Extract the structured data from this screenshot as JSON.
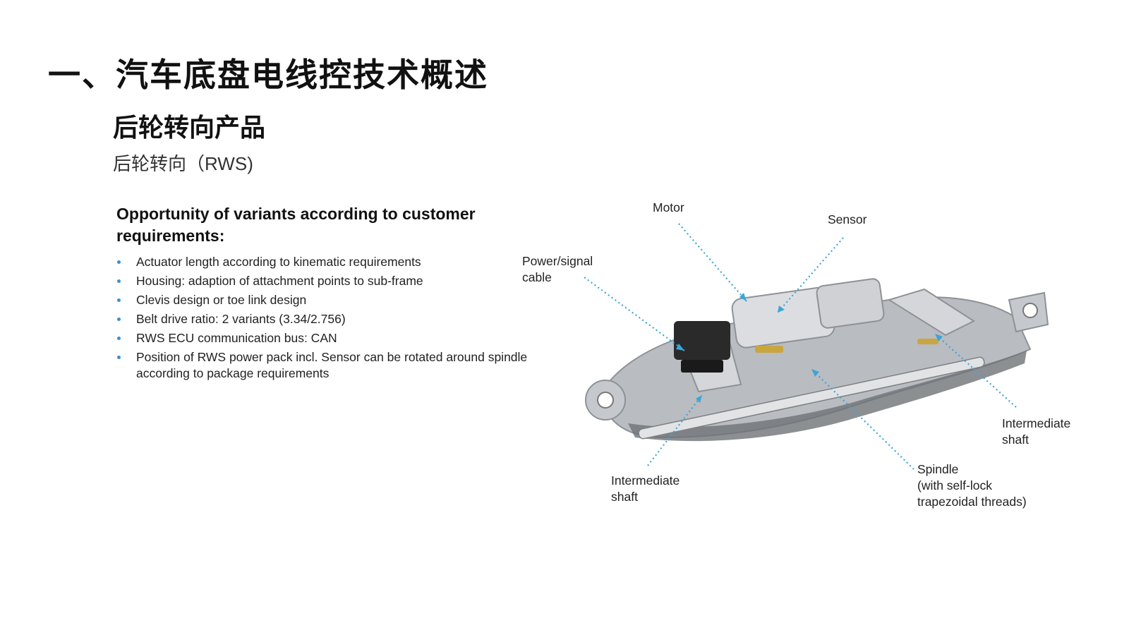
{
  "slide": {
    "title": "一、汽车底盘电线控技术概述",
    "subtitle": "后轮转向产品",
    "caption": "后轮转向（RWS)"
  },
  "content": {
    "heading": "Opportunity of variants according to customer requirements:",
    "bullets": [
      "Actuator length according to kinematic requirements",
      "Housing: adaption of attachment points to sub-frame",
      "Clevis design or toe link design",
      "Belt drive ratio: 2 variants (3.34/2.756)",
      "RWS ECU communication bus: CAN",
      "Position of RWS power pack incl. Sensor can be rotated around spindle according to package requirements"
    ]
  },
  "figure": {
    "callouts": {
      "motor": "Motor",
      "sensor": "Sensor",
      "power_signal_cable": "Power/signal\ncable",
      "intermediate_shaft_right": "Intermediate\nshaft",
      "intermediate_shaft_left": "Intermediate\nshaft",
      "spindle": "Spindle\n(with self-lock\ntrapezoidal threads)"
    },
    "colors": {
      "leader_lines": "#3aa6d8",
      "housing": "#b9bcc0",
      "dark_parts": "#2a2a2a",
      "accent": "#c9a640"
    }
  }
}
